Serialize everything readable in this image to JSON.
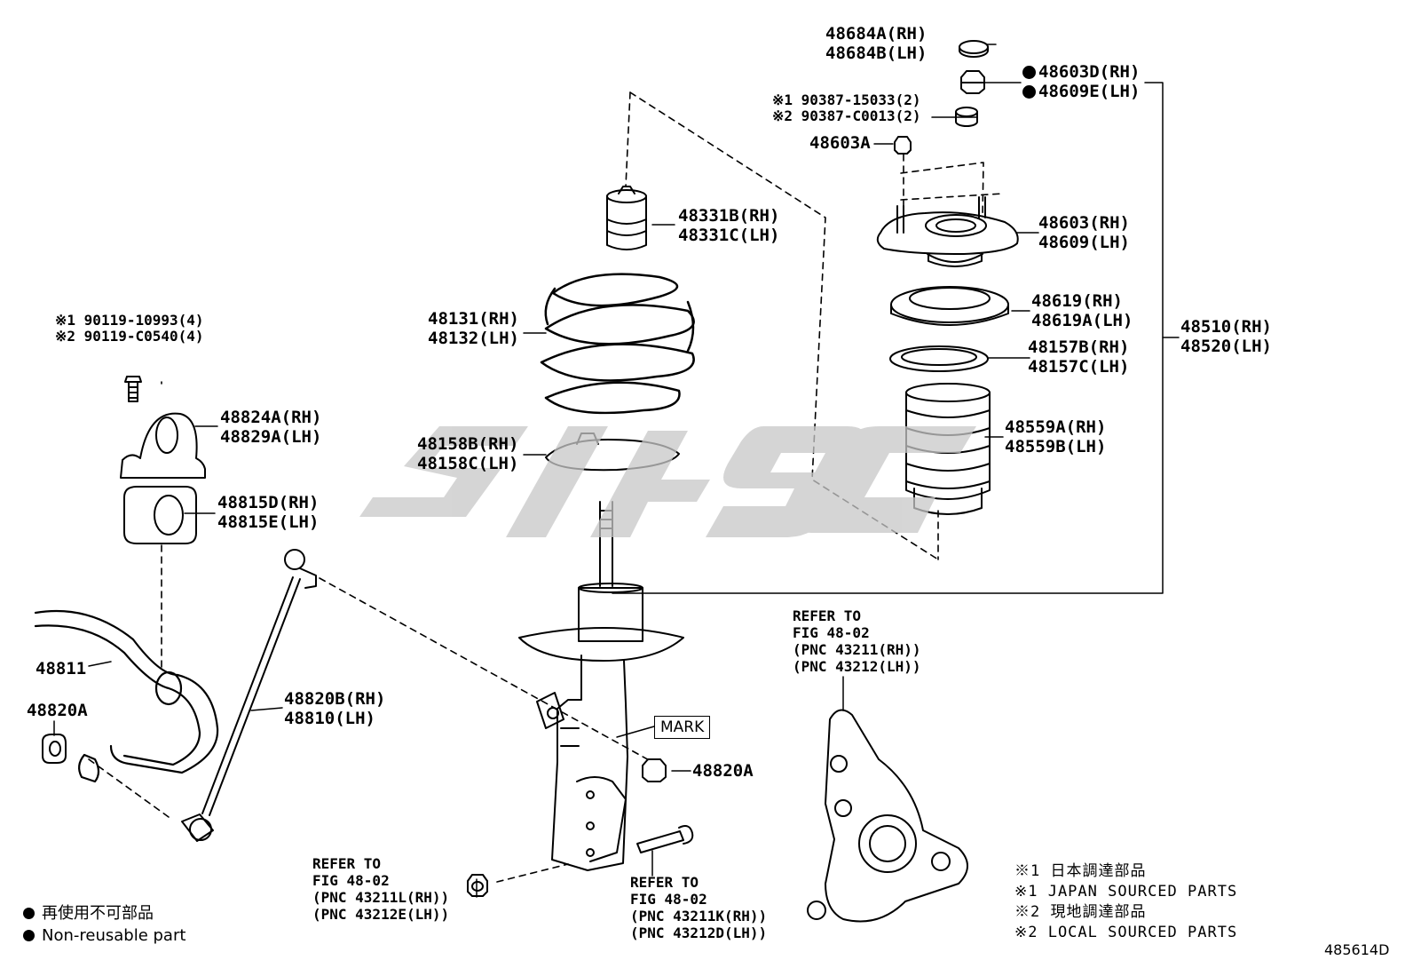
{
  "parts": {
    "p48684": [
      "48684A(RH)",
      "48684B(LH)"
    ],
    "p48603D": [
      "48603D(RH)",
      "48609E(LH)"
    ],
    "p90387": [
      "※1 90387-15033(2)",
      "※2 90387-C0013(2)"
    ],
    "p48603A": "48603A",
    "p48603": [
      "48603(RH)",
      "48609(LH)"
    ],
    "p48619": [
      "48619(RH)",
      "48619A(LH)"
    ],
    "p48157": [
      "48157B(RH)",
      "48157C(LH)"
    ],
    "p48559": [
      "48559A(RH)",
      "48559B(LH)"
    ],
    "p48510": [
      "48510(RH)",
      "48520(LH)"
    ],
    "p48331": [
      "48331B(RH)",
      "48331C(LH)"
    ],
    "p48131": [
      "48131(RH)",
      "48132(LH)"
    ],
    "p48158": [
      "48158B(RH)",
      "48158C(LH)"
    ],
    "p90119": [
      "※1 90119-10993(4)",
      "※2 90119-C0540(4)"
    ],
    "p48824": [
      "48824A(RH)",
      "48829A(LH)"
    ],
    "p48815": [
      "48815D(RH)",
      "48815E(LH)"
    ],
    "p48811": "48811",
    "p48820A_left": "48820A",
    "p48820B": [
      "48820B(RH)",
      "48810(LH)"
    ],
    "p48820A_right": "48820A",
    "mark": "MARK"
  },
  "refs": {
    "knuckle": [
      "REFER TO",
      "FIG 48-02",
      "(PNC 43211(RH))",
      "(PNC 43212(LH))"
    ],
    "nut": [
      "REFER TO",
      "FIG 48-02",
      "(PNC 43211L(RH))",
      "(PNC 43212E(LH))"
    ],
    "bolt": [
      "REFER TO",
      "FIG 48-02",
      "(PNC 43211K(RH))",
      "(PNC 43212D(LH))"
    ]
  },
  "notes": {
    "nonreusable_jp": "再使用不可部品",
    "nonreusable_en": "Non-reusable part"
  },
  "legend": [
    "※1 日本調達部品",
    "※1 JAPAN SOURCED PARTS",
    "※2 現地調達部品",
    "※2 LOCAL SOURCED PARTS"
  ],
  "figure_id": "485614D",
  "colors": {
    "line": "#000000",
    "watermark": "#c8c8c8"
  }
}
